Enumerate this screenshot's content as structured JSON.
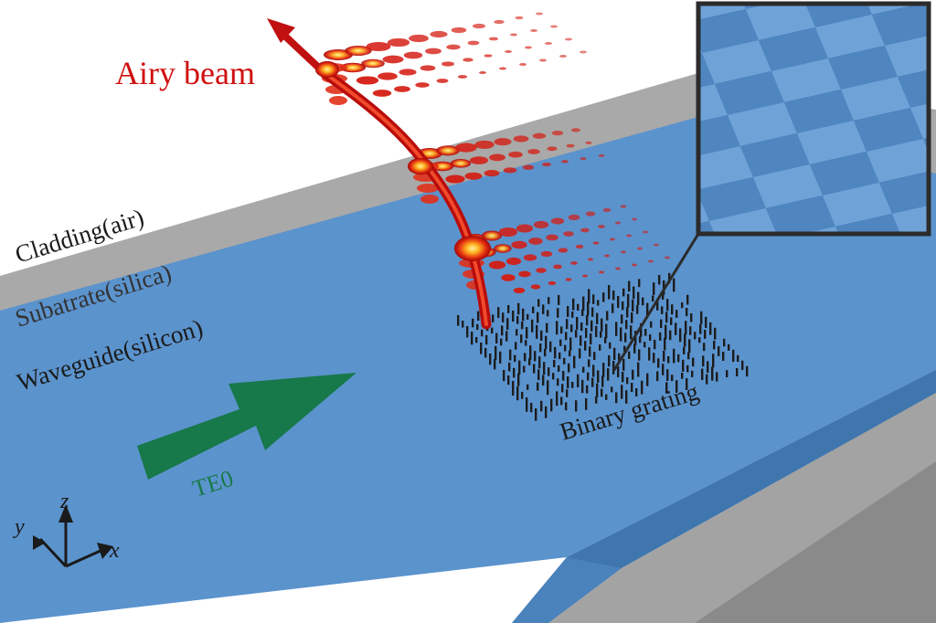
{
  "labels": {
    "airy_beam": "Airy beam",
    "cladding": "Cladding(air)",
    "substrate": "Subatrate(silica)",
    "waveguide": "Waveguide(silicon)",
    "grating": "Binary grating",
    "mode": "TE0",
    "axis_x": "x",
    "axis_y": "y",
    "axis_z": "z"
  },
  "colors": {
    "waveguide_top": "#5b93cd",
    "waveguide_side": "#3f76ad",
    "substrate_top": "#a9a9a9",
    "substrate_side": "#8a8a8a",
    "beam": "#d01010",
    "arrow": "#17784a",
    "inset_frame": "#2b2b2b",
    "label_dark": "#1a1a1a",
    "label_red": "#d01010",
    "label_green": "#1a7a4a"
  },
  "icons": {
    "propagation_arrow": "right-arrow-icon",
    "beam_direction": "up-arrow-icon",
    "axes": "coordinate-axes-icon"
  }
}
